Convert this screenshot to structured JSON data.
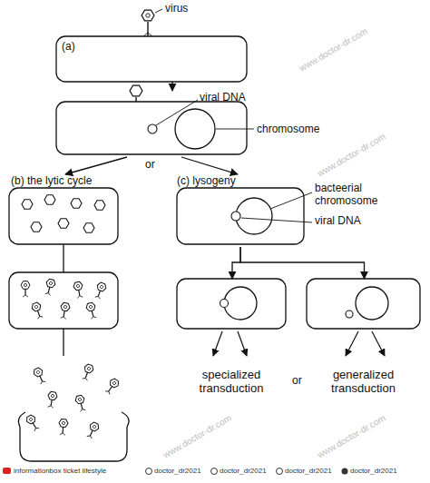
{
  "diagram": {
    "nodes": [
      {
        "text": [
          "(a)"
        ]
      },
      {
        "text": [
          "viral DNA",
          "chromosome"
        ]
      },
      {
        "text": [
          "(b) the lytic cycle"
        ]
      },
      {
        "text": [
          "(c) lysogeny",
          "bacteerial chromosome",
          "viral DNA"
        ]
      },
      {
        "text": [
          "specialized transduction"
        ]
      },
      {
        "text": [
          "generalized transduction"
        ]
      }
    ],
    "edges": [
      {
        "from": 0,
        "to": 1,
        "arrow": "to"
      },
      {
        "from": 1,
        "to": 2,
        "arrow": "to"
      },
      {
        "from": 1,
        "to": 3,
        "arrow": "to"
      },
      {
        "from": 3,
        "to": 4,
        "arrow": "to"
      },
      {
        "from": 3,
        "to": 5,
        "arrow": "to"
      }
    ],
    "labels": [
      "virus",
      "or",
      "or",
      "www.doctor-dr.com",
      "www.doctor-dr.com",
      "www.doctor-dr.com",
      "www.doctor-dr.com",
      "informationbox ticket lifestyle",
      "doctor_dr2021",
      "doctor_dr2021",
      "doctor_dr2021",
      "doctor_dr2021"
    ]
  }
}
